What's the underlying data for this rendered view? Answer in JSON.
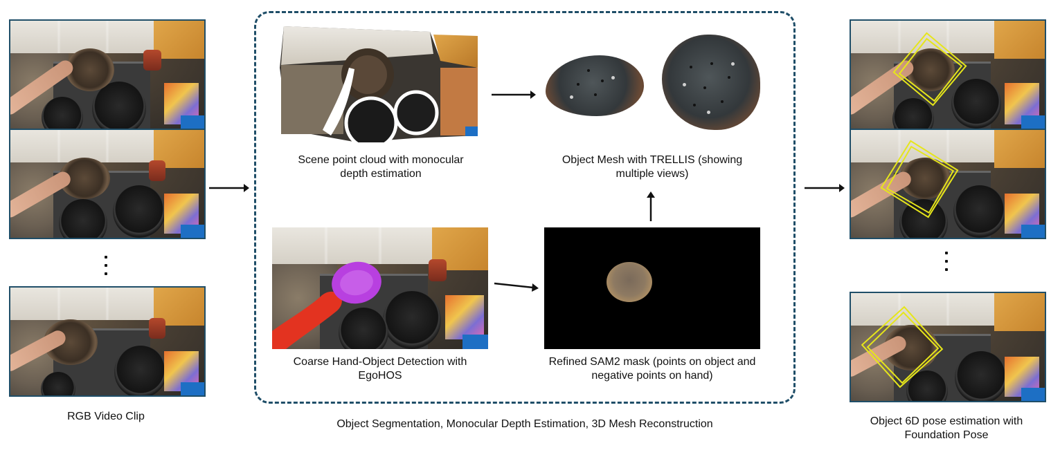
{
  "left": {
    "caption": "RGB Video Clip"
  },
  "group": {
    "caption": "Object Segmentation, Monocular Depth Estimation, 3D Mesh Reconstruction",
    "point_cloud_caption": [
      "Scene point cloud with monocular",
      "depth estimation"
    ],
    "mesh_caption": [
      "Object Mesh with TRELLIS (showing",
      "multiple views)"
    ],
    "detection_caption": [
      "Coarse Hand-Object Detection with",
      "EgoHOS"
    ],
    "mask_caption": [
      "Refined SAM2 mask (points on object and",
      "negative points on hand)"
    ]
  },
  "right": {
    "caption": [
      "Object 6D pose estimation with",
      "Foundation Pose"
    ]
  },
  "colors": {
    "frame_border": "#1f4e68",
    "arrow": "#111111",
    "hand_mask": "#e33320",
    "object_mask": "#b840e0",
    "pose_box": "#e6e61a"
  }
}
